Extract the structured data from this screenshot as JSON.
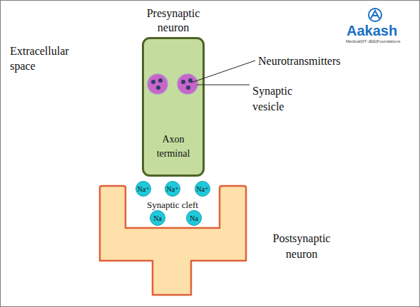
{
  "diagram": {
    "nodes": [
      {
        "text": [
          "Presynaptic neuron",
          "Axon terminal"
        ]
      },
      {
        "text": [
          "Na⁺"
        ]
      },
      {
        "text": [
          "Na⁺"
        ]
      },
      {
        "text": [
          "Na⁺"
        ]
      },
      {
        "text": [
          "Na"
        ]
      },
      {
        "text": [
          "Na"
        ]
      },
      {
        "text": [
          "Postsynaptic neuron"
        ]
      }
    ],
    "labels": [
      "Extracellular space",
      "Neurotransmitters",
      "Synaptic vesicle",
      "Synaptic cleft",
      "Aakash",
      "Medical|IIT-JEE|Foundations"
    ]
  }
}
